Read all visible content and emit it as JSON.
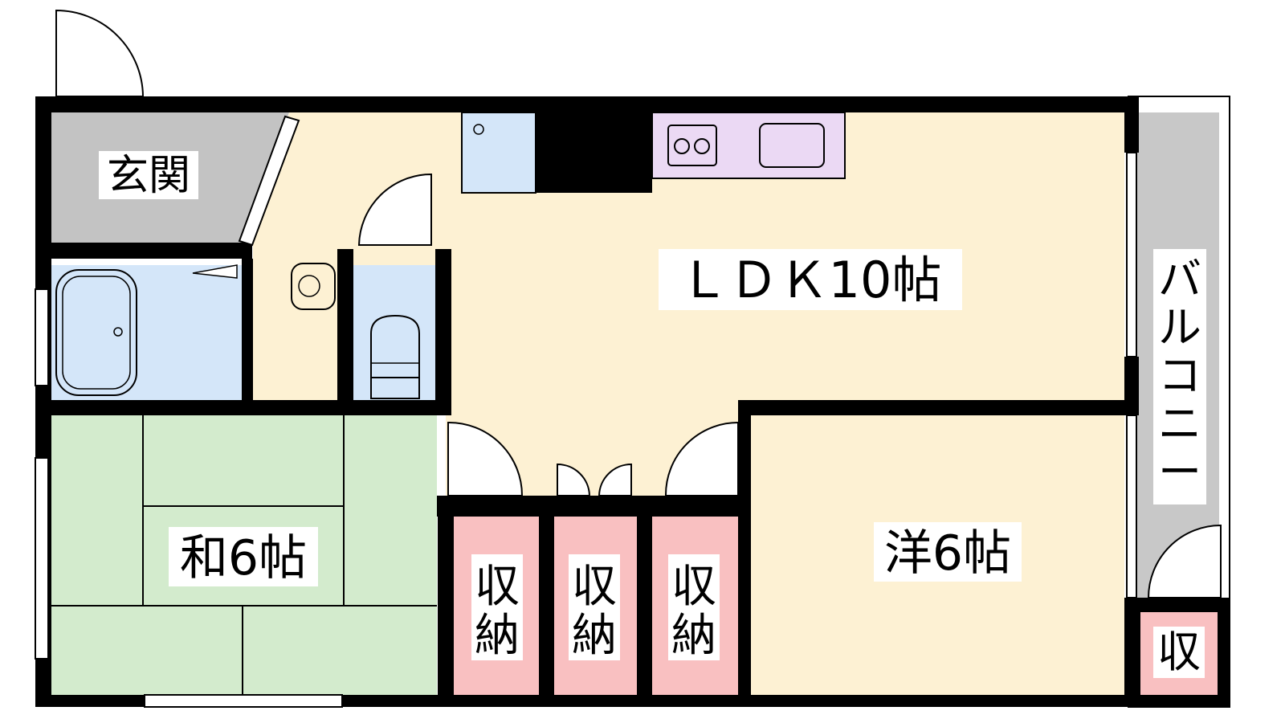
{
  "rooms": {
    "entrance": "玄関",
    "ldk": "ＬＤＫ10帖",
    "washitsu": "和6帖",
    "youshitsu": "洋6帖",
    "storage_1_line1": "収",
    "storage_1_line2": "納",
    "storage_2_line1": "収",
    "storage_2_line2": "納",
    "storage_3_line1": "収",
    "storage_3_line2": "納",
    "balcony_storage": "収"
  },
  "balcony": {
    "chars": [
      "バ",
      "ル",
      "コ",
      "ニ",
      "ー"
    ]
  },
  "colors": {
    "wall": "#000000",
    "ldk": "#fdf1d3",
    "youshitsu": "#fdf1d3",
    "washitsu": "#d3ebcd",
    "wet_area": "#d4e6f9",
    "entrance": "#c3c3c3",
    "balcony": "#c8c8c8",
    "storage": "#f9c0c1",
    "kitchen": "#ebd9f4"
  }
}
